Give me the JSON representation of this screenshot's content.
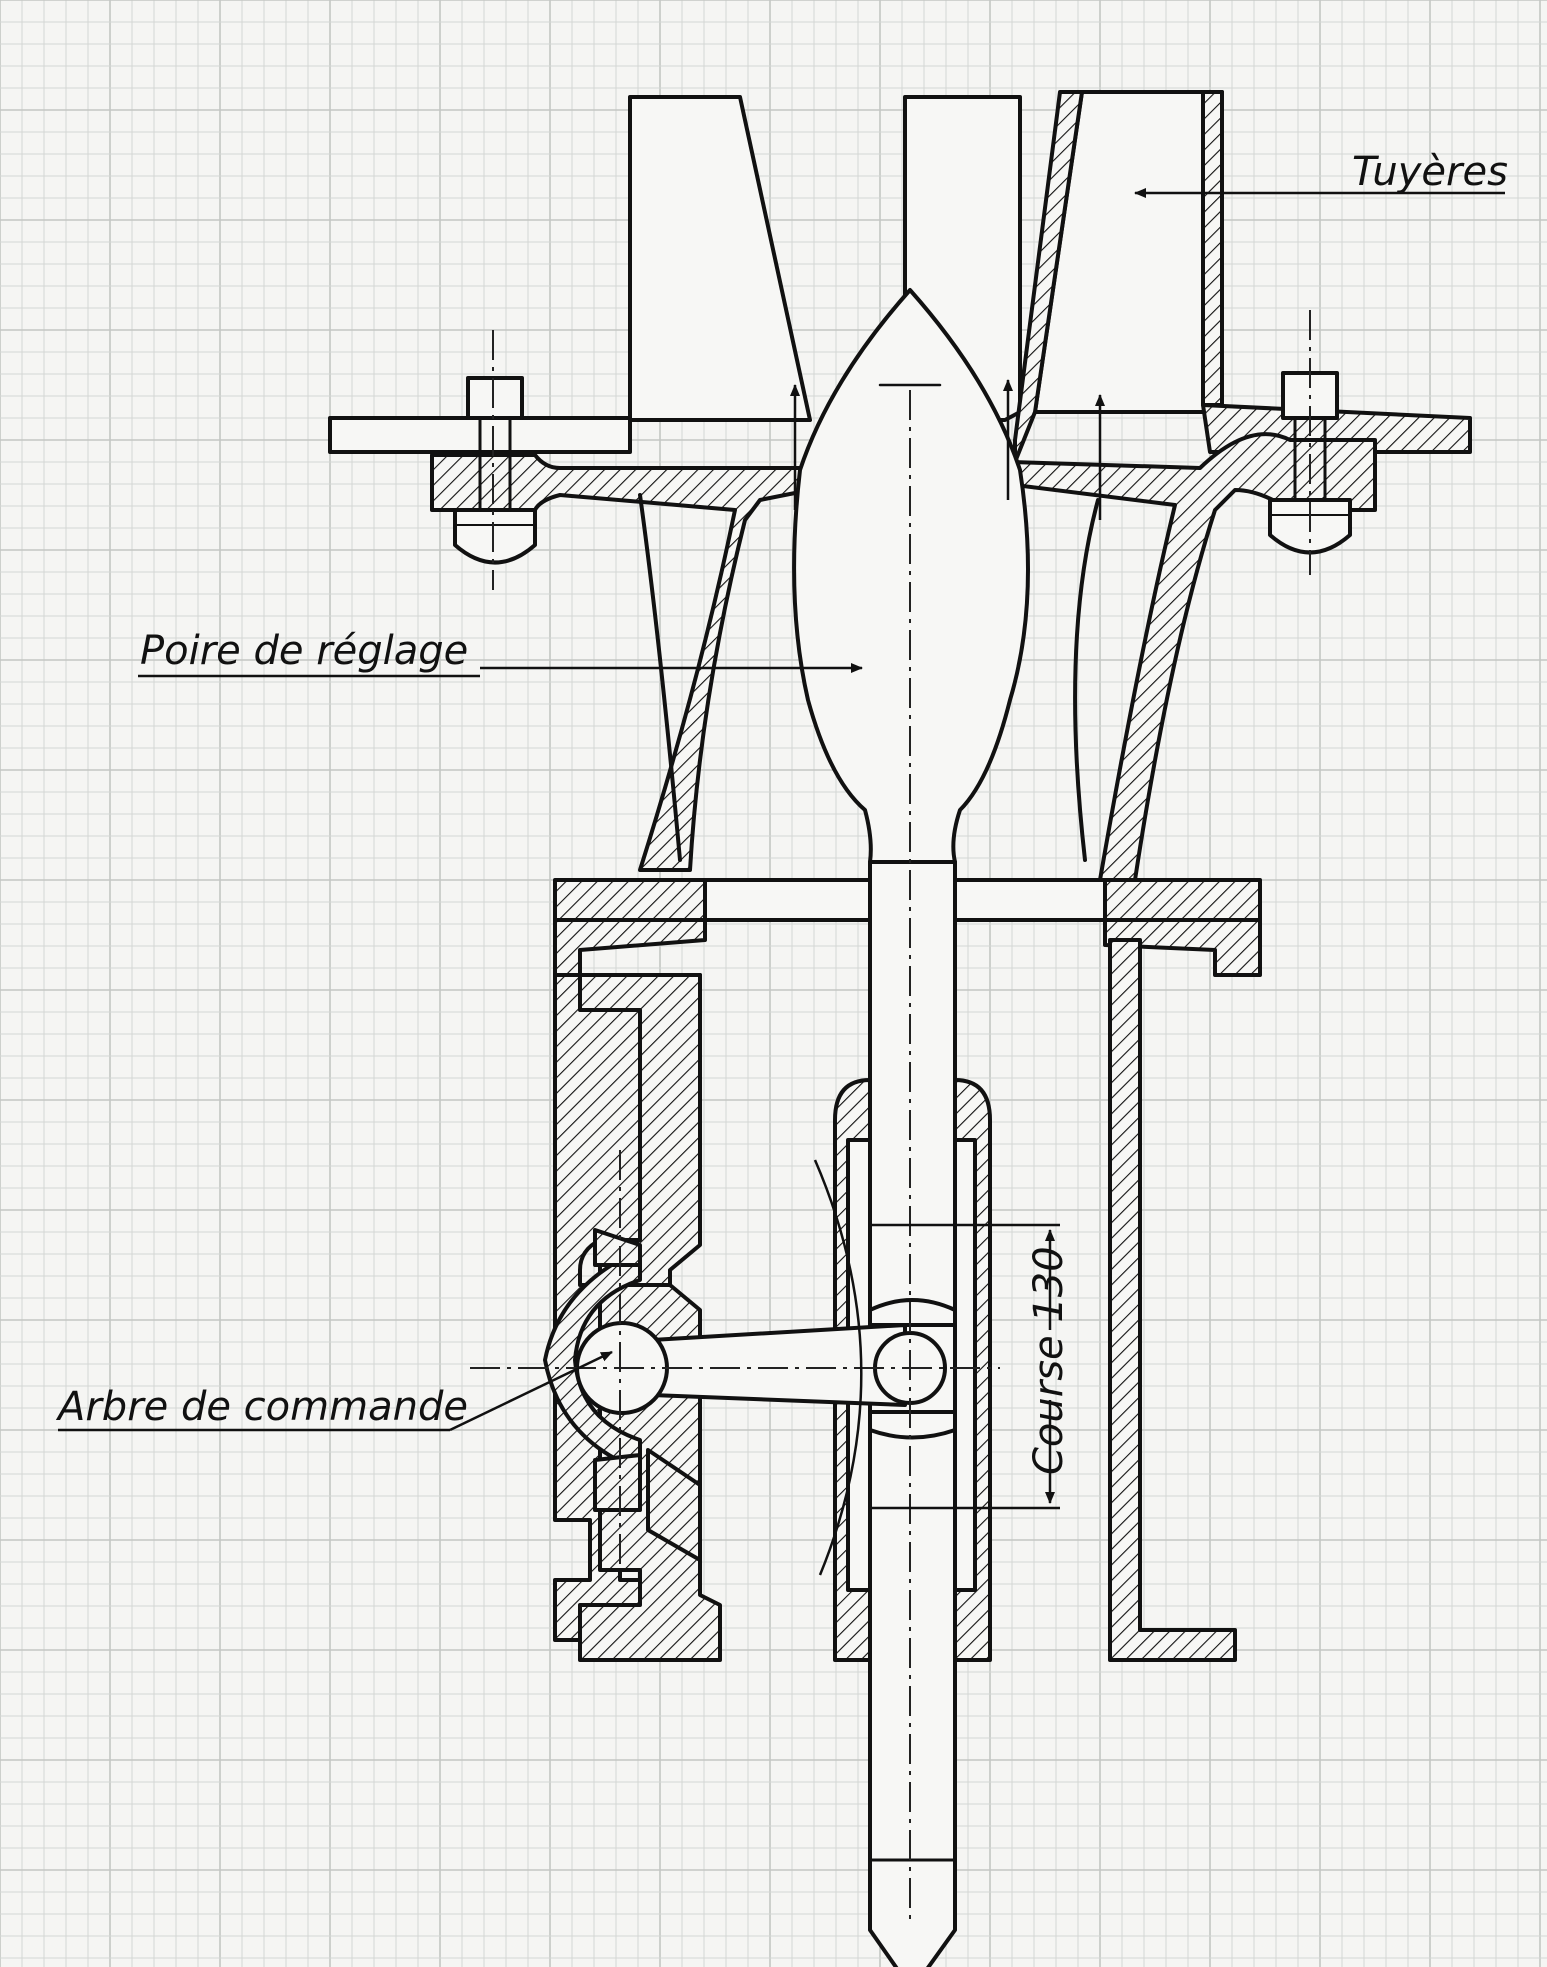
{
  "labels": {
    "tuyeres": "Tuyères",
    "poire": "Poire de réglage",
    "arbre": "Arbre de commande",
    "course": "Course 130"
  },
  "colors": {
    "ink": "#111111",
    "paper": "#f5f5f3",
    "grid": "#d4d6d4"
  }
}
